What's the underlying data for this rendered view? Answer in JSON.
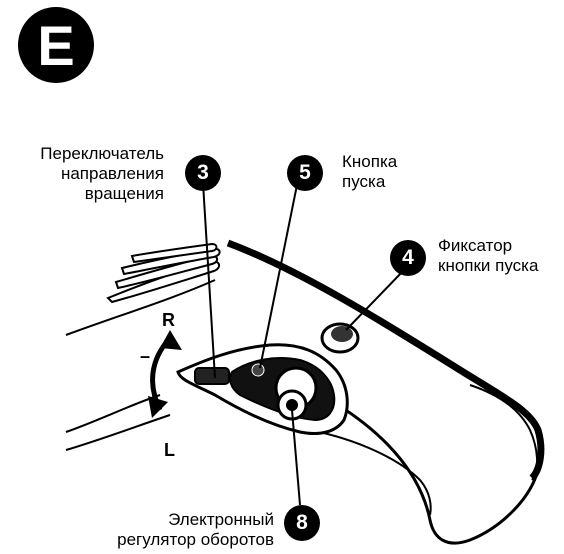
{
  "section_badge": "E",
  "callouts": [
    {
      "number": "3",
      "label": "Переключатель\nнаправления\nвращения"
    },
    {
      "number": "5",
      "label": "Кнопка\nпуска"
    },
    {
      "number": "4",
      "label": "Фиксатор\nкнопки пуска"
    },
    {
      "number": "8",
      "label": "Электронный\nрегулятор оборотов"
    }
  ],
  "direction_labels": {
    "forward": "R",
    "reverse": "L",
    "minus": "–"
  }
}
